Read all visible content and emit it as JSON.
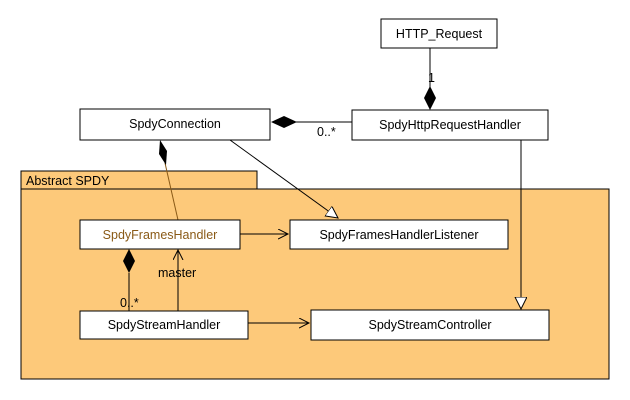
{
  "package": {
    "label": "Abstract SPDY",
    "fill_color": "#fdc97a"
  },
  "classes": {
    "http_request": "HTTP_Request",
    "spdy_connection": "SpdyConnection",
    "spdy_http_request_handler": "SpdyHttpRequestHandler",
    "spdy_frames_handler": "SpdyFramesHandler",
    "spdy_frames_handler_listener": "SpdyFramesHandlerListener",
    "spdy_stream_handler": "SpdyStreamHandler",
    "spdy_stream_controller": "SpdyStreamController"
  },
  "multiplicities": {
    "http_request_to_handler": "1",
    "handler_to_connection": "0..*",
    "frames_to_stream": "0..*"
  },
  "role_labels": {
    "master": "master"
  },
  "colors": {
    "abstract_class_text": "#8a5a17",
    "line": "#000000"
  }
}
